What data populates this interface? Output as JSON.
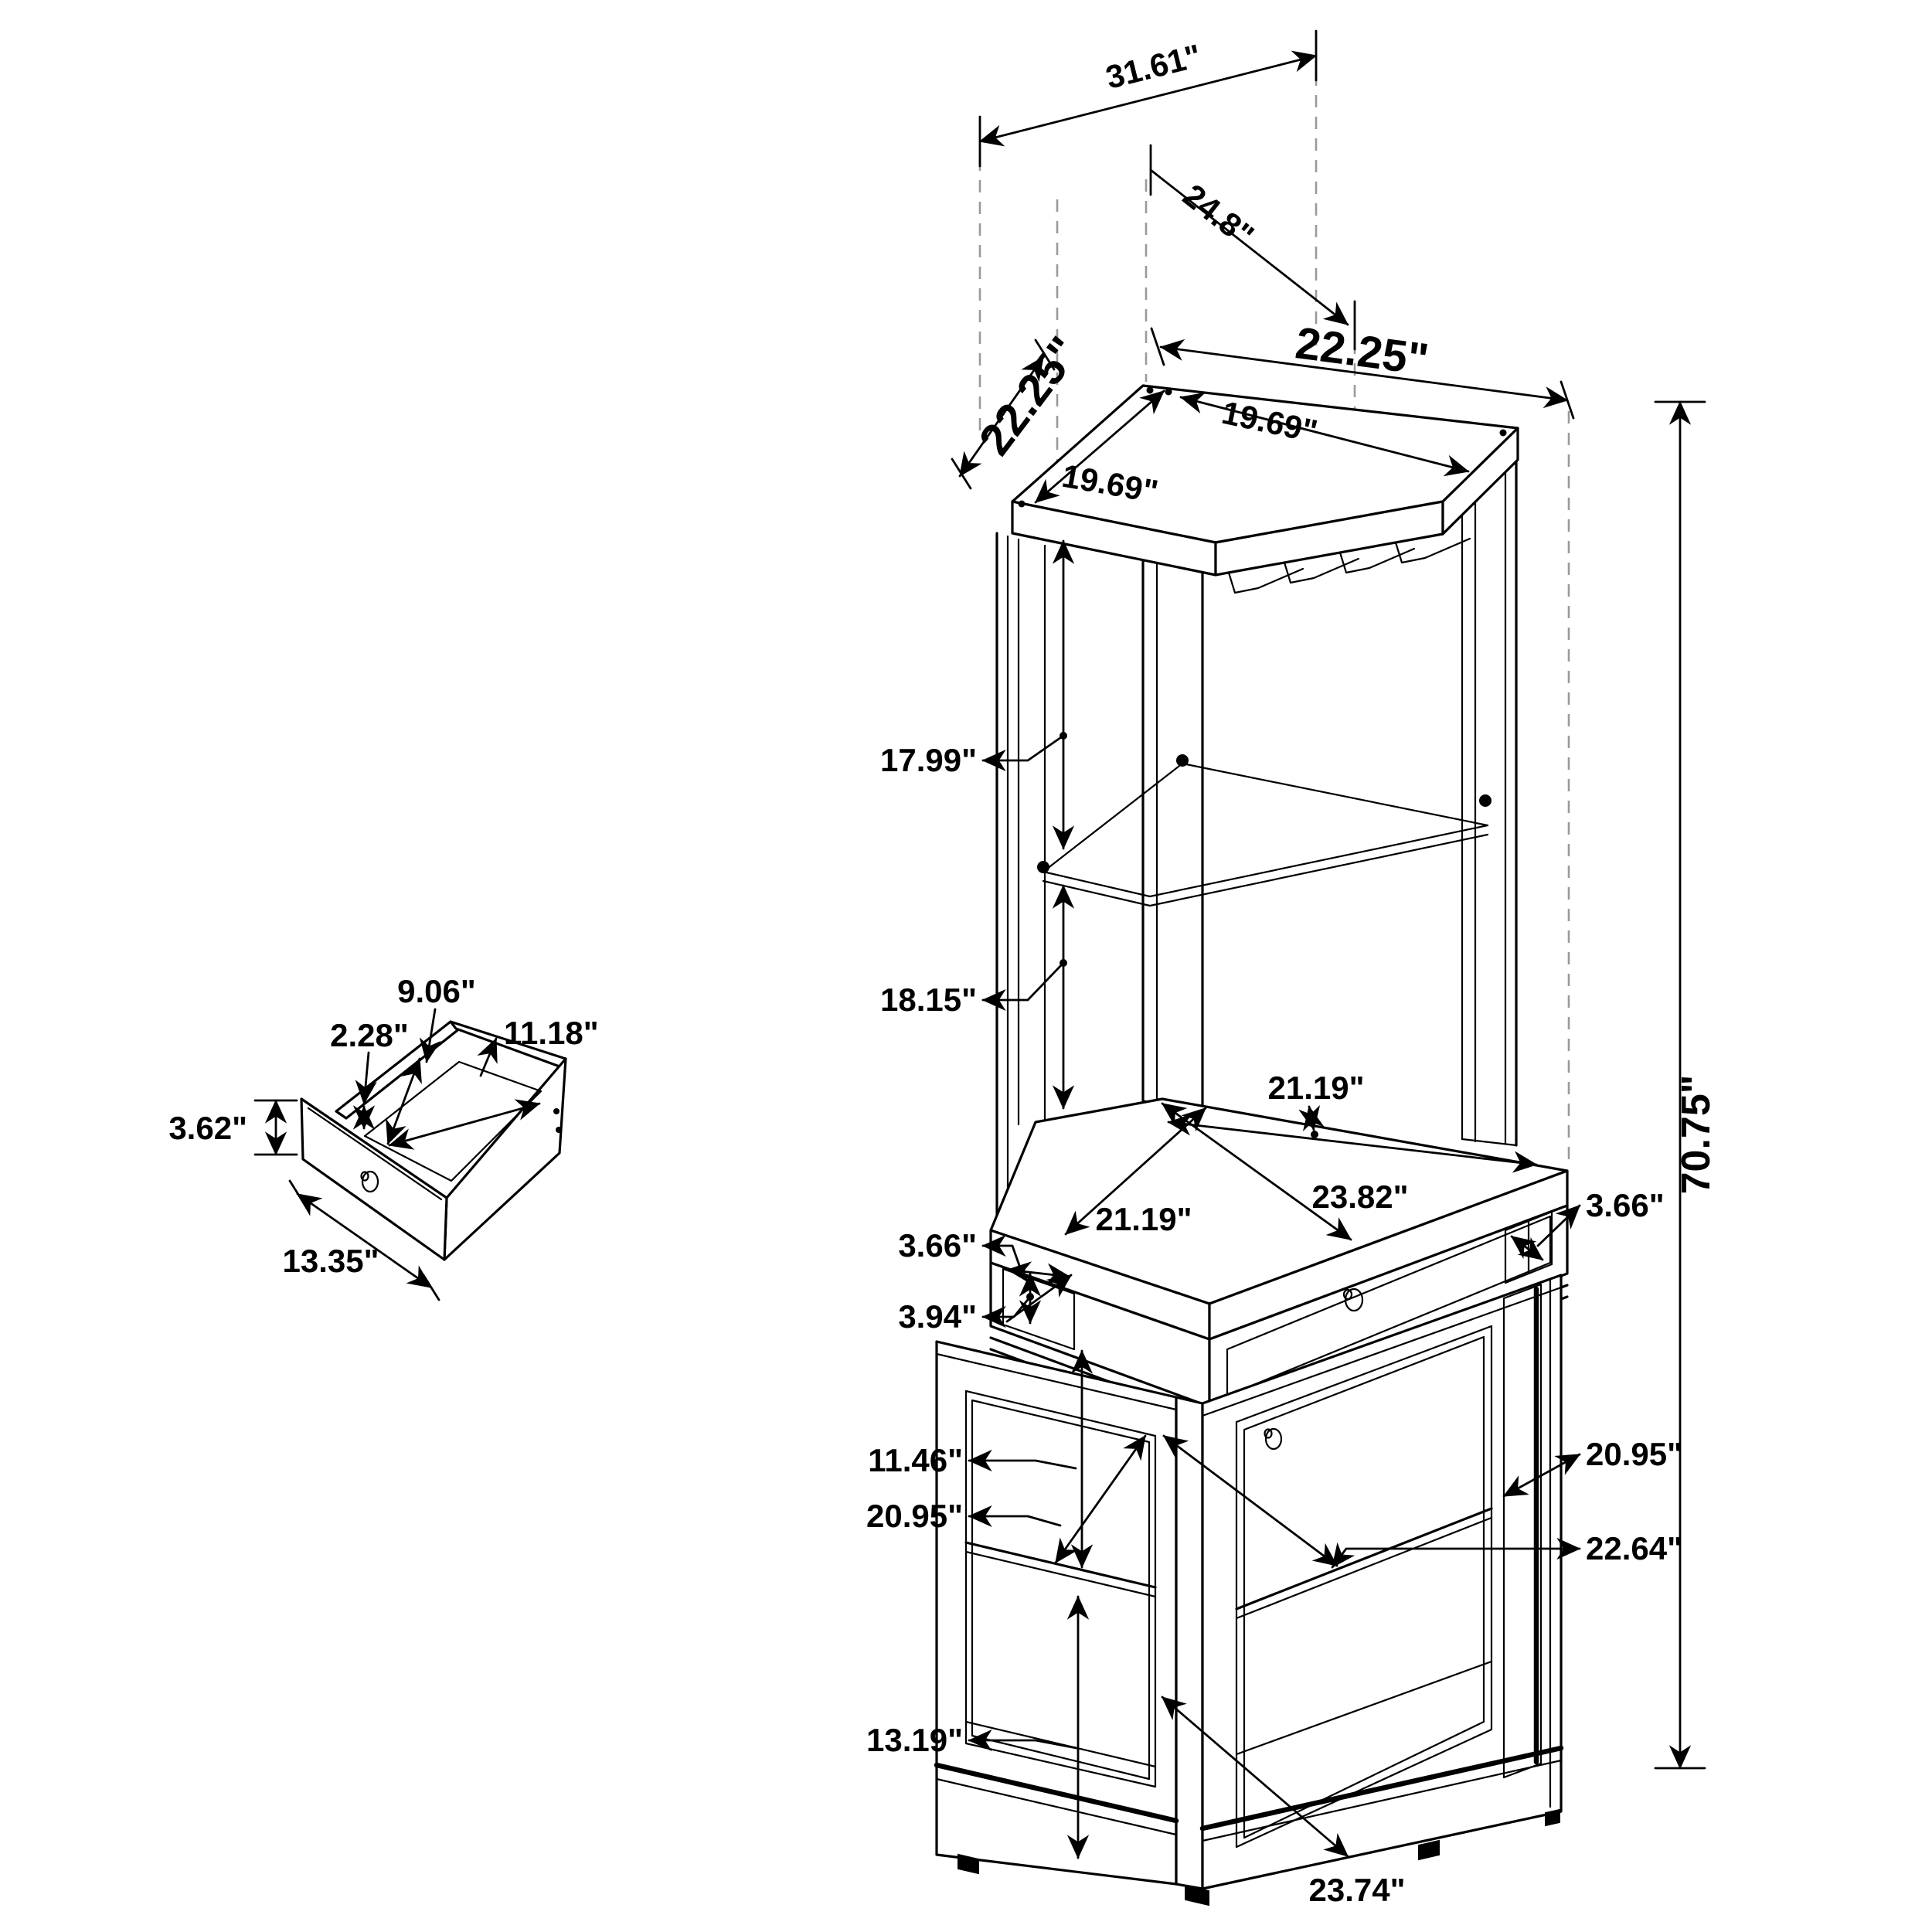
{
  "title": "Corner bar cabinet dimension diagram",
  "unit": "inches",
  "colors": {
    "line": "#000000",
    "dashed_guide": "#9a9a9a",
    "background": "#ffffff"
  },
  "labels": {
    "top_width": "31.61\"",
    "top_diagonal_depth": "24.8\"",
    "top_side_left": "22.25\"",
    "top_side_right": "22.25\"",
    "top_inner_left": "19.69\"",
    "top_inner_right": "19.69\"",
    "overall_height": "70.75\"",
    "hutch_top_to_shelf": "17.99\"",
    "shelf_to_counter": "18.15\"",
    "counter_back_edge": "21.19\"",
    "counter_diagonal": "23.82\"",
    "counter_left_edge": "21.19\"",
    "left_cubby_width": "3.66\"",
    "left_cubby_height": "3.94\"",
    "right_cubby_width": "3.66\"",
    "shelf_spacing": "11.46\"",
    "left_shelf_diagonal": "20.95\"",
    "right_shelf_diagonal": "20.95\"",
    "door_glass_diagonal": "22.64\"",
    "bottom_section_height": "13.19\"",
    "base_front_width": "23.74\"",
    "drawer": {
      "inner_width": "9.06\"",
      "side_height": "2.28\"",
      "inner_depth": "11.18\"",
      "front_height": "3.62\"",
      "front_width": "13.35\""
    }
  }
}
